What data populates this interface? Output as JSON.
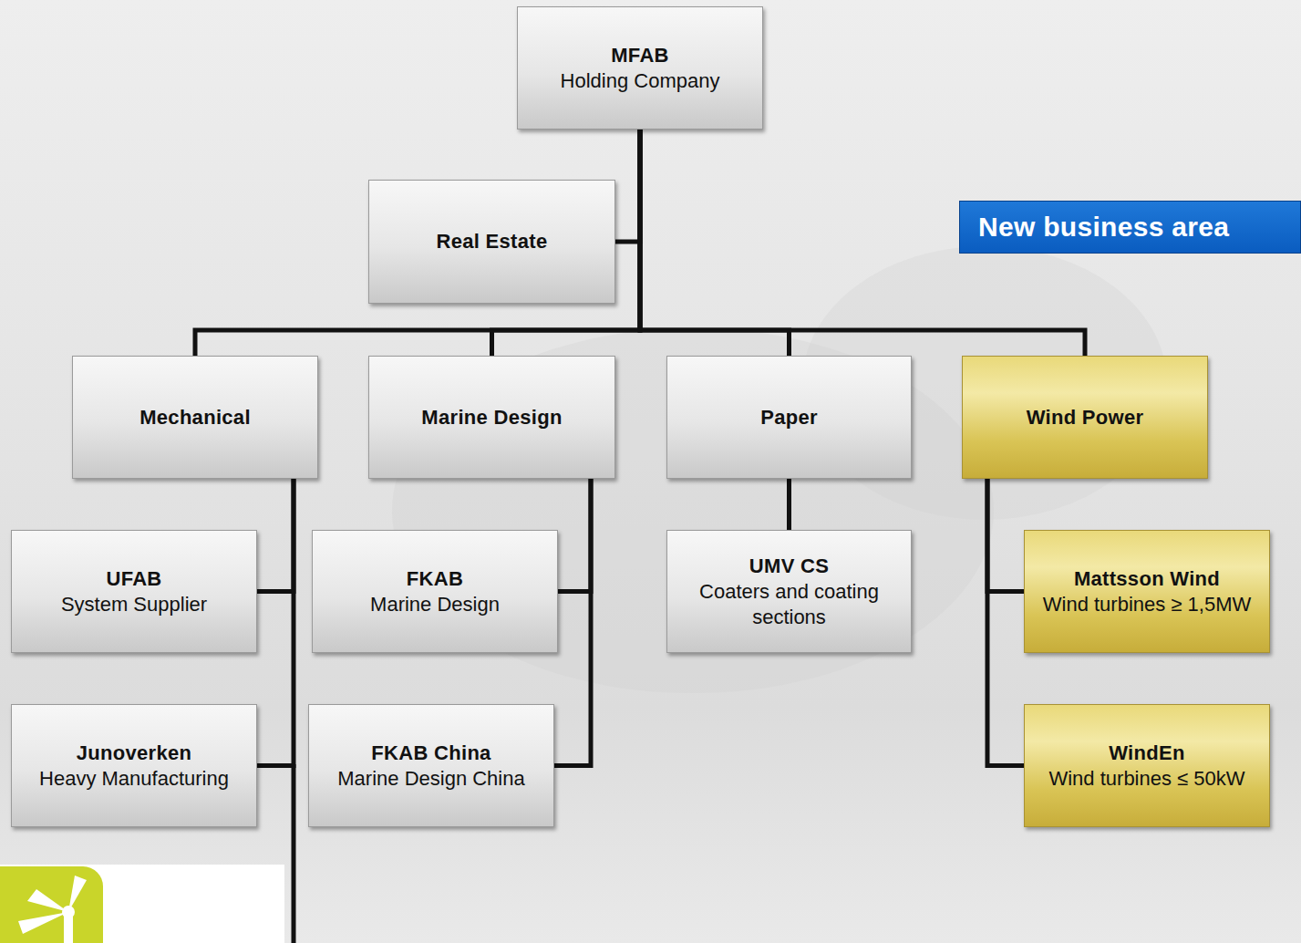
{
  "diagram": {
    "nodes": [
      {
        "text": [
          "MFAB",
          "Holding Company"
        ]
      },
      {
        "text": [
          "Real Estate"
        ]
      },
      {
        "text": [
          "New business area"
        ]
      },
      {
        "text": [
          "Mechanical"
        ]
      },
      {
        "text": [
          "Marine Design"
        ]
      },
      {
        "text": [
          "Paper"
        ]
      },
      {
        "text": [
          "Wind Power"
        ]
      },
      {
        "text": [
          "UFAB",
          "System Supplier"
        ]
      },
      {
        "text": [
          "FKAB",
          "Marine Design"
        ]
      },
      {
        "text": [
          "UMV CS",
          "Coaters and coating sections"
        ]
      },
      {
        "text": [
          "Mattsson Wind",
          "Wind turbines ≥ 1,5MW"
        ]
      },
      {
        "text": [
          "Junoverken",
          "Heavy Manufacturing"
        ]
      },
      {
        "text": [
          "FKAB China",
          "Marine Design China"
        ]
      },
      {
        "text": [
          "WindEn",
          "Wind turbines ≤ 50kW"
        ]
      }
    ],
    "edges": [
      {
        "from": 0,
        "to": 1,
        "arrow": "none"
      },
      {
        "from": 0,
        "to": 3,
        "arrow": "none"
      },
      {
        "from": 0,
        "to": 4,
        "arrow": "none"
      },
      {
        "from": 0,
        "to": 5,
        "arrow": "none"
      },
      {
        "from": 0,
        "to": 6,
        "arrow": "none"
      },
      {
        "from": 3,
        "to": 7,
        "arrow": "none"
      },
      {
        "from": 3,
        "to": 11,
        "arrow": "none"
      },
      {
        "from": 4,
        "to": 8,
        "arrow": "none"
      },
      {
        "from": 4,
        "to": 12,
        "arrow": "none"
      },
      {
        "from": 5,
        "to": 9,
        "arrow": "none"
      },
      {
        "from": 6,
        "to": 10,
        "arrow": "none"
      },
      {
        "from": 6,
        "to": 13,
        "arrow": "none"
      }
    ]
  }
}
